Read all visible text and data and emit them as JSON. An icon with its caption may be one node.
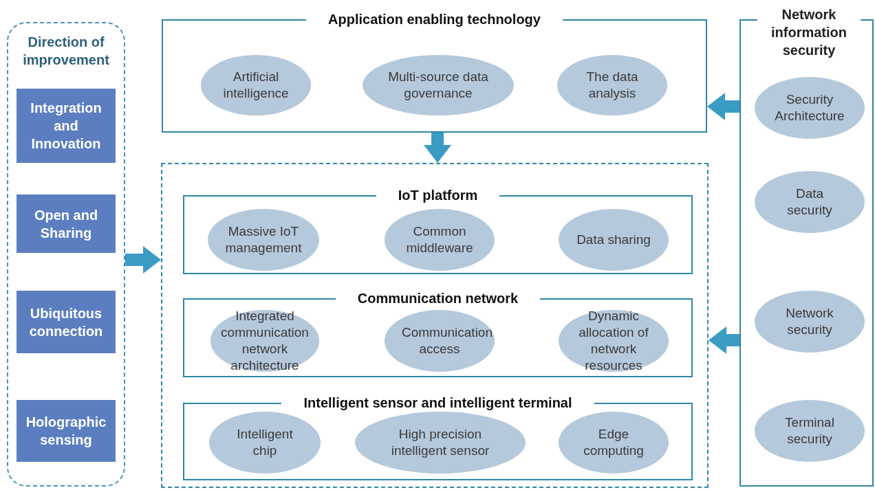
{
  "diagram": {
    "nodes": [
      {
        "text": [
          "Direction of improvement"
        ]
      },
      {
        "text": [
          "Integration and Innovation"
        ],
        "in": 0
      },
      {
        "text": [
          "Open and Sharing"
        ],
        "in": 0
      },
      {
        "text": [
          "Ubiquitous connection"
        ],
        "in": 0
      },
      {
        "text": [
          "Holographic sensing"
        ],
        "in": 0
      },
      {
        "text": [
          "Application enabling technology"
        ]
      },
      {
        "text": [
          "Artificial intelligence"
        ],
        "in": 5
      },
      {
        "text": [
          "Multi-source data governance"
        ],
        "in": 5
      },
      {
        "text": [
          "The data analysis"
        ],
        "in": 5
      },
      {
        "text": [],
        "shape": "box"
      },
      {
        "text": [
          "IoT platform"
        ],
        "in": 9
      },
      {
        "text": [
          "Massive IoT management"
        ],
        "in": 10
      },
      {
        "text": [
          "Common middleware"
        ],
        "in": 10
      },
      {
        "text": [
          "Data sharing"
        ],
        "in": 10
      },
      {
        "text": [
          "Communication network"
        ],
        "in": 9
      },
      {
        "text": [
          "Integrated communication network architecture"
        ],
        "in": 14
      },
      {
        "text": [
          "Communication access"
        ],
        "in": 14
      },
      {
        "text": [
          "Dynamic allocation of network resources"
        ],
        "in": 14
      },
      {
        "text": [
          "Intelligent sensor and intelligent terminal"
        ],
        "in": 9
      },
      {
        "text": [
          "Intelligent chip"
        ],
        "in": 18
      },
      {
        "text": [
          "High precision intelligent sensor"
        ],
        "in": 18
      },
      {
        "text": [
          "Edge computing"
        ],
        "in": 18
      },
      {
        "text": [
          "Network information security"
        ]
      },
      {
        "text": [
          "Security Architecture"
        ],
        "in": 22
      },
      {
        "text": [
          "Data security"
        ],
        "in": 22
      },
      {
        "text": [
          "Network security"
        ],
        "in": 22
      },
      {
        "text": [
          "Terminal security"
        ],
        "in": 22
      }
    ],
    "edges": [
      {
        "from": 0,
        "to": 9,
        "arrow": "to"
      },
      {
        "from": 5,
        "to": 9,
        "arrow": "to"
      },
      {
        "from": 22,
        "to": 5,
        "arrow": "to"
      },
      {
        "from": 22,
        "to": 9,
        "arrow": "to"
      }
    ]
  }
}
